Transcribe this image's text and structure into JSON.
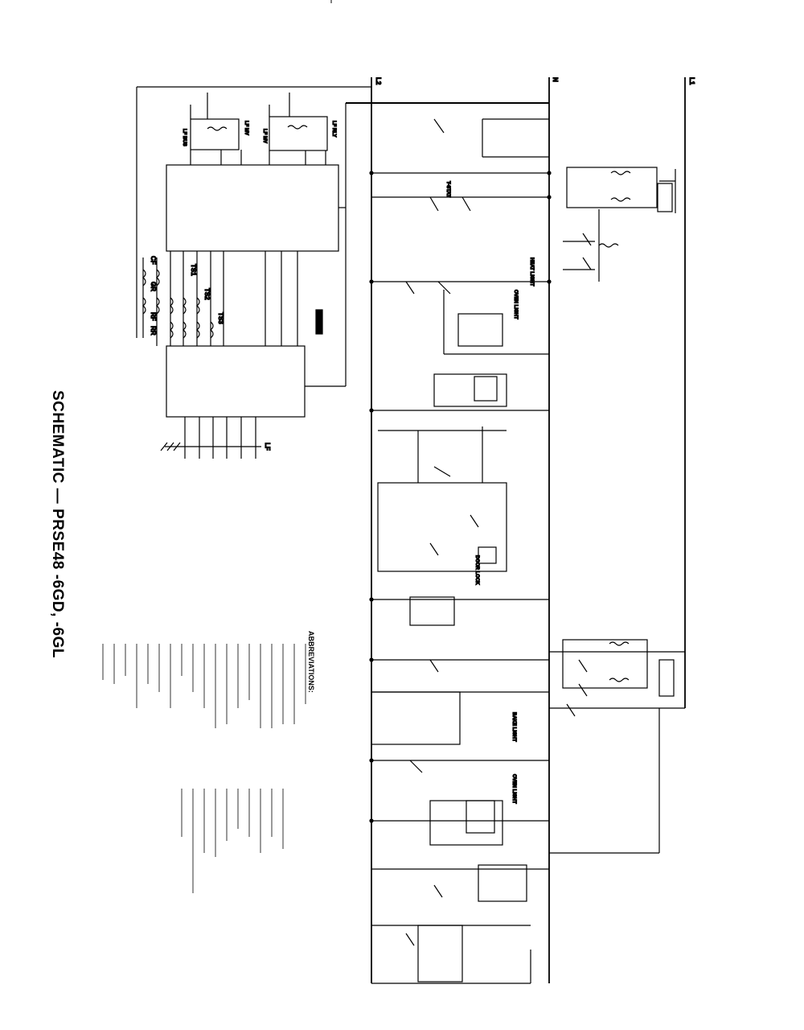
{
  "title": "SCHEMATIC — PRSE48 -6GD, -6GL",
  "abbreviations_heading": "ABBREVIATIONS:",
  "components": {
    "left_block": {
      "lf_bus_label": "LF BUS",
      "lf_mv_label": "LF MV",
      "lf_mv2_label": "LF MV",
      "lf_rly_label": "LF RLY",
      "cf": "CF",
      "gr": "GR",
      "rf": "RF",
      "rr": "RR",
      "ts1": "TS1",
      "ts2": "TS2",
      "ts3": "TS3",
      "lf": "LF"
    },
    "rails": {
      "l2": "L2",
      "n": "N",
      "l1": "L1"
    },
    "switches": {
      "thermostat": "T-STAT",
      "door_lock": "DOOR LOCK",
      "oven_light": "OVEN LIGHT",
      "heat_light": "HEAT LIGHT",
      "bake_light": "BAKE LIGHT",
      "oven_light_2": "OVEN LIGHT"
    }
  }
}
